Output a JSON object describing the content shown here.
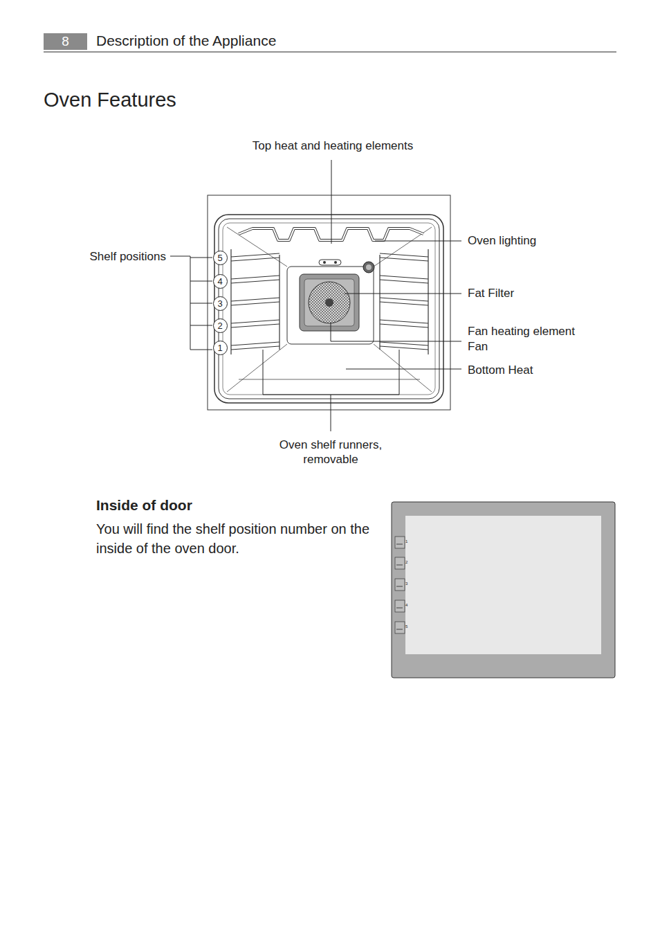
{
  "diagram": {
    "title": "Oven Features",
    "nodes": [
      {
        "text": [
          "8"
        ]
      },
      {
        "text": [
          "5"
        ]
      },
      {
        "text": [
          "4"
        ]
      },
      {
        "text": [
          "3"
        ]
      },
      {
        "text": [
          "2"
        ]
      },
      {
        "text": [
          "1"
        ]
      }
    ],
    "labels": [
      "Description of the Appliance",
      "Top heat and heating elements",
      "Shelf positions",
      "Oven lighting",
      "Fat Filter",
      "Fan heating element",
      "Fan",
      "Bottom Heat",
      "Oven shelf runners, removable",
      "Inside of door",
      "You will find the shelf position number on the inside of the oven door.",
      "1",
      "2",
      "3",
      "4",
      "5"
    ]
  }
}
